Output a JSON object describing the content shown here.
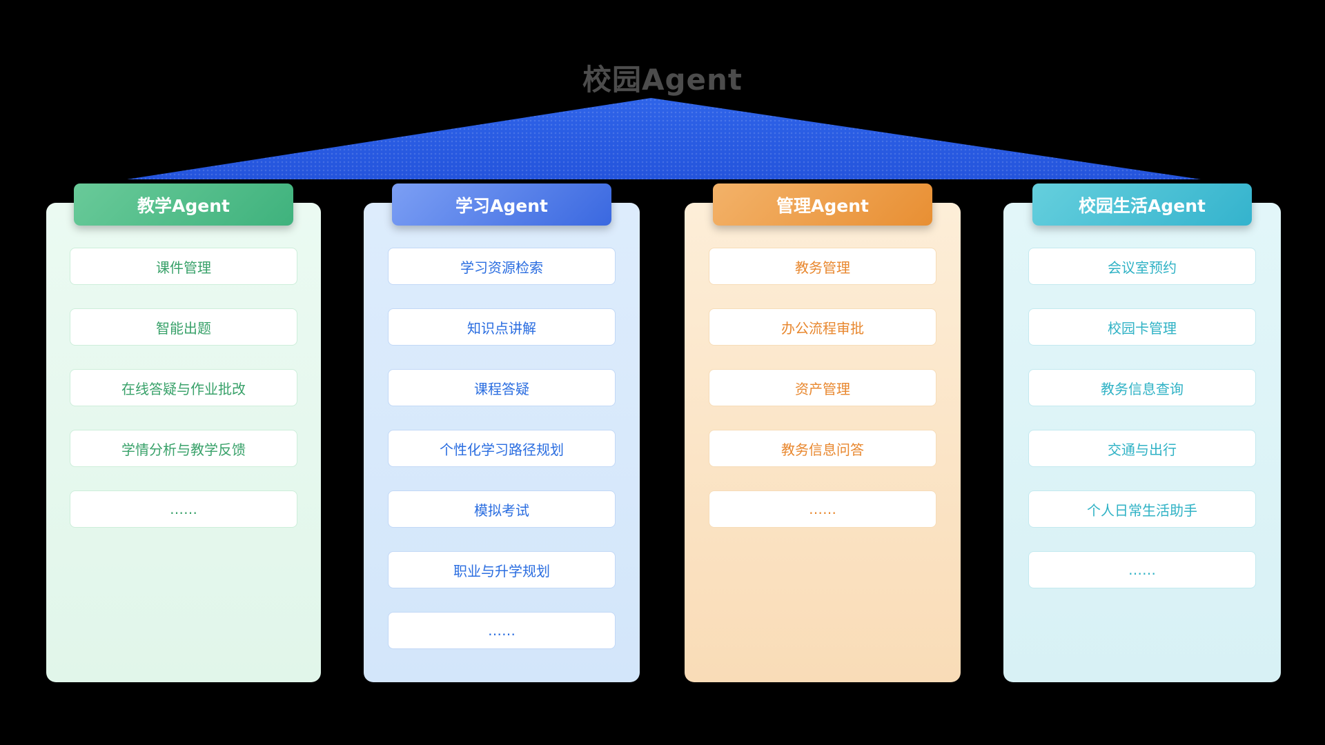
{
  "title": "校园Agent",
  "columns": [
    {
      "header": "教学Agent",
      "items": [
        "课件管理",
        "智能出题",
        "在线答疑与作业批改",
        "学情分析与教学反馈",
        "……"
      ]
    },
    {
      "header": "学习Agent",
      "items": [
        "学习资源检索",
        "知识点讲解",
        "课程答疑",
        "个性化学习路径规划",
        "模拟考试",
        "职业与升学规划",
        "……"
      ]
    },
    {
      "header": "管理Agent",
      "items": [
        "教务管理",
        "办公流程审批",
        "资产管理",
        "教务信息问答",
        "……"
      ]
    },
    {
      "header": "校园生活Agent",
      "items": [
        "会议室预约",
        "校园卡管理",
        "教务信息查询",
        "交通与出行",
        "个人日常生活助手",
        "……"
      ]
    }
  ],
  "colors": {
    "triangle": "#2a5ce4",
    "teaching_accent": "#4cbb86",
    "learning_accent": "#4a77e8",
    "management_accent": "#eda049",
    "campus_life_accent": "#45bfd3",
    "title_text": "#4c4c4c"
  }
}
